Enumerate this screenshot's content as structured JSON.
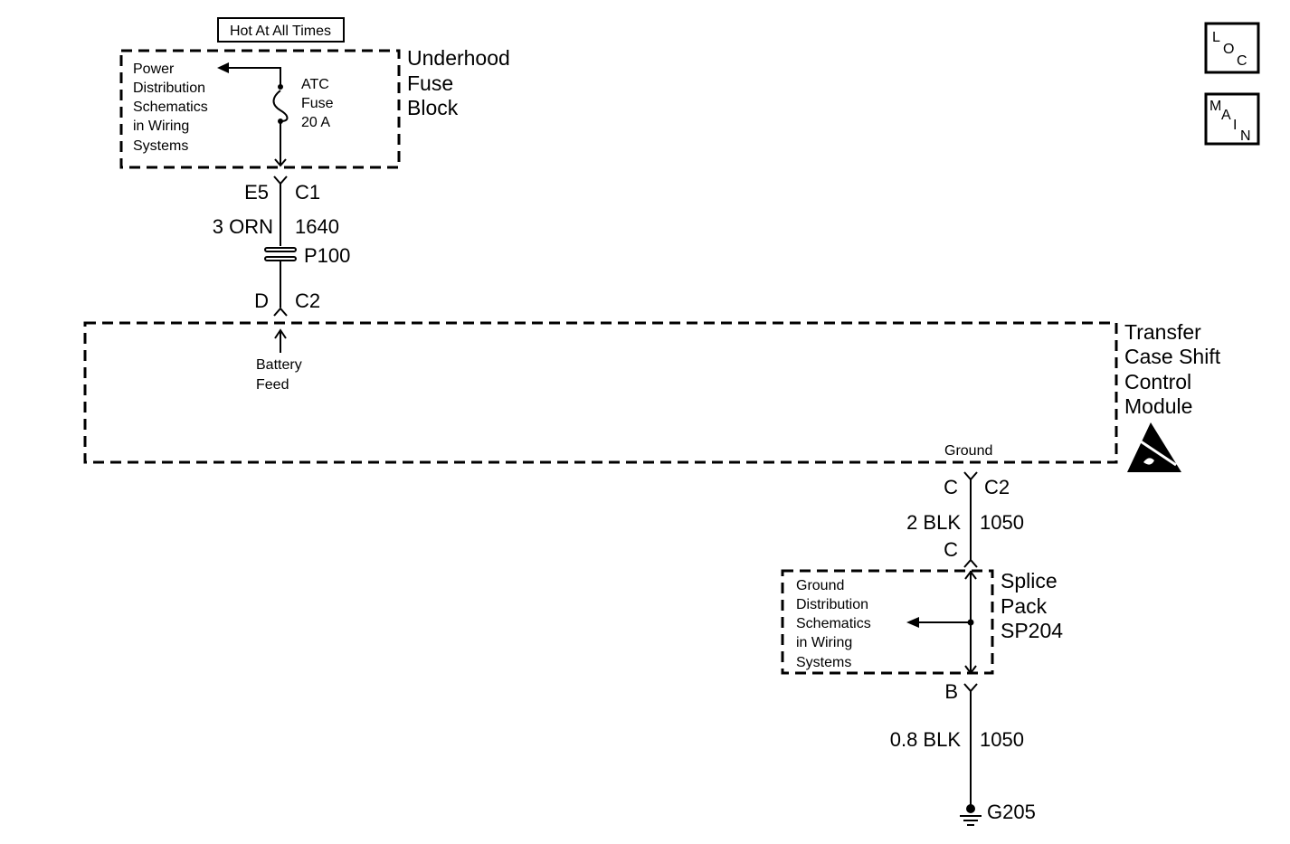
{
  "hot_label": "Hot At All Times",
  "fuse_block": {
    "title": [
      "Underhood",
      "Fuse",
      "Block"
    ],
    "power_ref": [
      "Power",
      "Distribution",
      "Schematics",
      "in Wiring",
      "Systems"
    ],
    "fuse": [
      "ATC",
      "Fuse",
      "20 A"
    ]
  },
  "circuit_1640": {
    "pin_top": "E5",
    "conn_top": "C1",
    "wire": "3 ORN",
    "circuit": "1640",
    "pass_through": "P100",
    "pin_bottom": "D",
    "conn_bottom": "C2"
  },
  "module": {
    "title": [
      "Transfer",
      "Case Shift",
      "Control",
      "Module"
    ],
    "battery_label": [
      "Battery",
      "Feed"
    ],
    "ground_label": "Ground"
  },
  "circuit_1050_a": {
    "pin": "C",
    "conn": "C2",
    "wire": "2 BLK",
    "circuit": "1050",
    "pin_bottom": "C"
  },
  "splice_pack": {
    "title": [
      "Splice",
      "Pack",
      "SP204"
    ],
    "ground_ref": [
      "Ground",
      "Distribution",
      "Schematics",
      "in Wiring",
      "Systems"
    ]
  },
  "circuit_1050_b": {
    "pin": "B",
    "wire": "0.8 BLK",
    "circuit": "1050",
    "ground": "G205"
  },
  "nav": {
    "loc": [
      "L",
      "O",
      "C"
    ],
    "main": [
      "M",
      "A",
      "I",
      "N"
    ]
  }
}
